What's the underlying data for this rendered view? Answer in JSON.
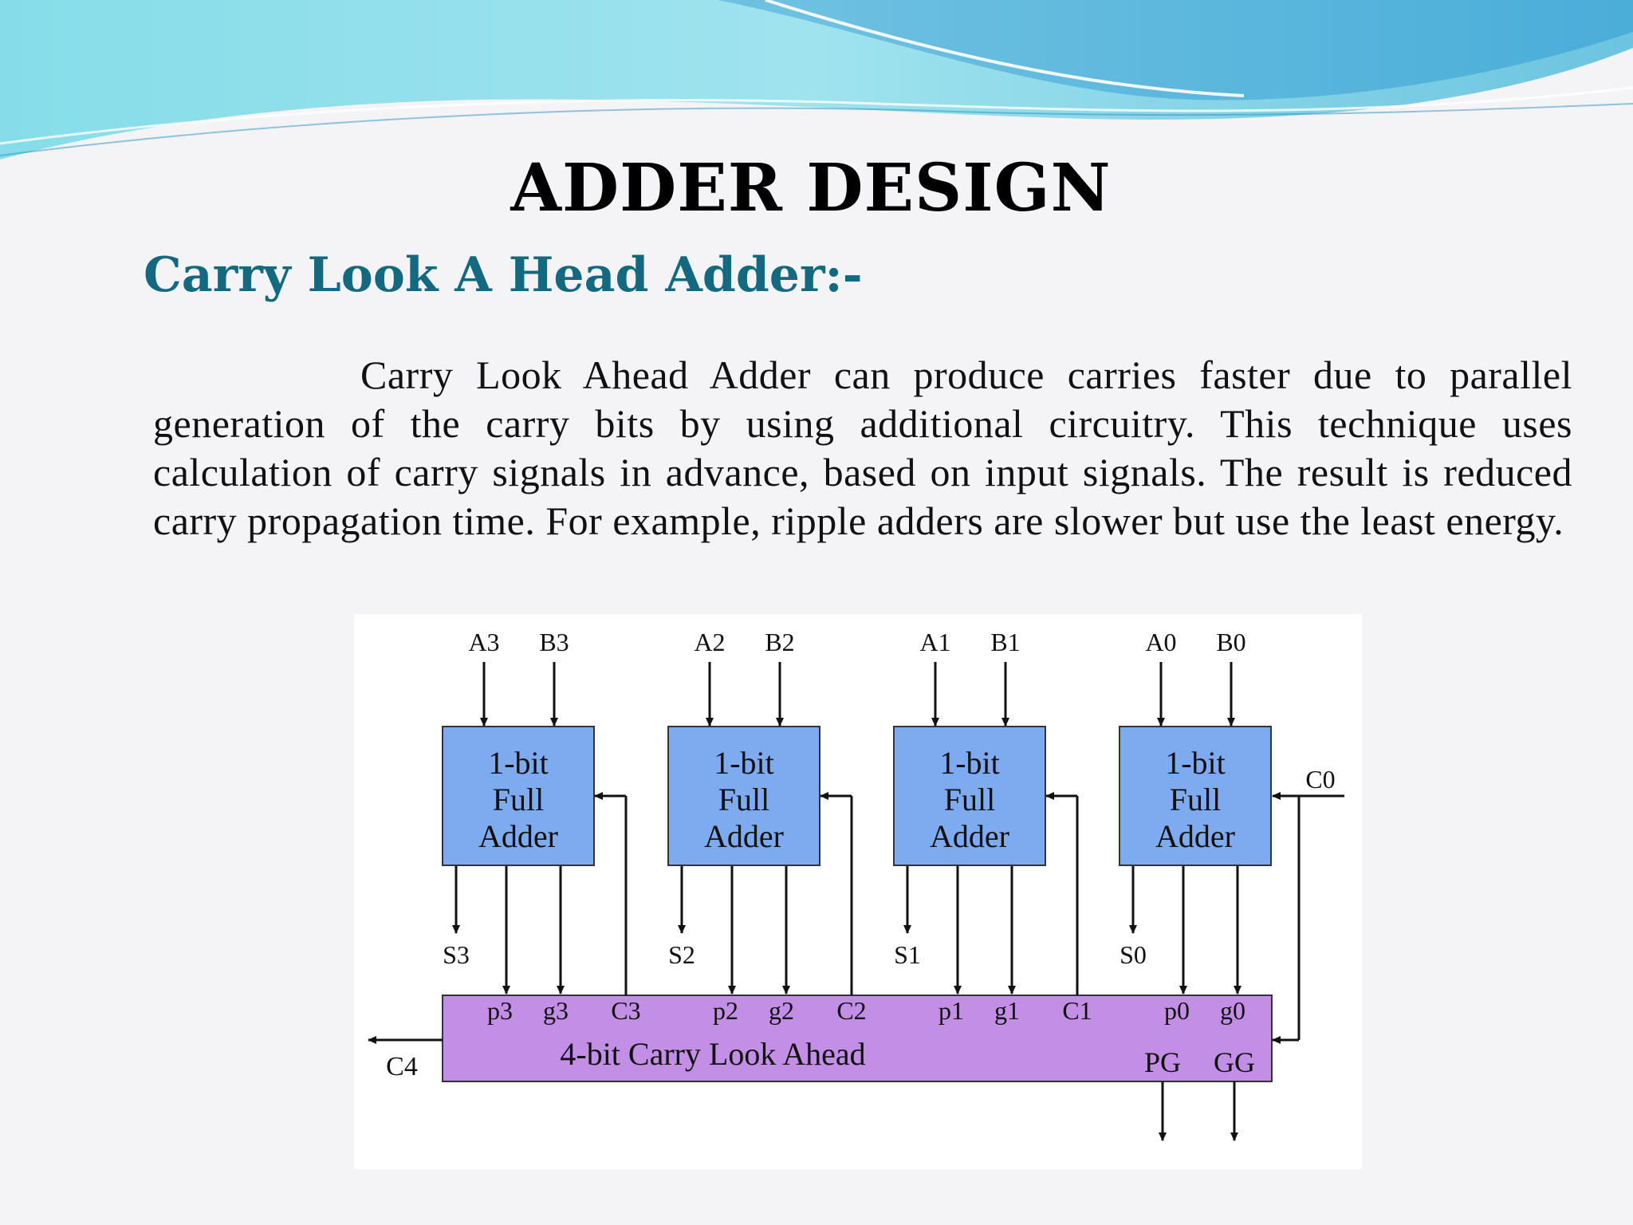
{
  "slide": {
    "title": "ADDER DESIGN",
    "subtitle": "Carry Look A Head Adder:-",
    "paragraph": "Carry Look Ahead Adder can produce carries faster due to parallel generation of the carry bits by using additional circuitry. This technique uses calculation of carry signals in advance, based on input signals. The result is reduced carry propagation time. For example, ripple adders are slower but use the least energy."
  },
  "diagram": {
    "adders": [
      {
        "a": "A3",
        "b": "B3",
        "line1": "1-bit",
        "line2": "Full",
        "line3": "Adder",
        "s": "S3",
        "p": "p3",
        "g": "g3",
        "c": "C3"
      },
      {
        "a": "A2",
        "b": "B2",
        "line1": "1-bit",
        "line2": "Full",
        "line3": "Adder",
        "s": "S2",
        "p": "p2",
        "g": "g2",
        "c": "C2"
      },
      {
        "a": "A1",
        "b": "B1",
        "line1": "1-bit",
        "line2": "Full",
        "line3": "Adder",
        "s": "S1",
        "p": "p1",
        "g": "g1",
        "c": "C1"
      },
      {
        "a": "A0",
        "b": "B0",
        "line1": "1-bit",
        "line2": "Full",
        "line3": "Adder",
        "s": "S0",
        "p": "p0",
        "g": "g0",
        "c": ""
      }
    ],
    "cla_label": "4-bit Carry Look Ahead",
    "c0": "C0",
    "c4": "C4",
    "pg": "PG",
    "gg": "GG",
    "colors": {
      "adder_fill": "#7eaaf0",
      "cla_fill": "#c28ee6",
      "title_accent": "#136a80"
    }
  }
}
